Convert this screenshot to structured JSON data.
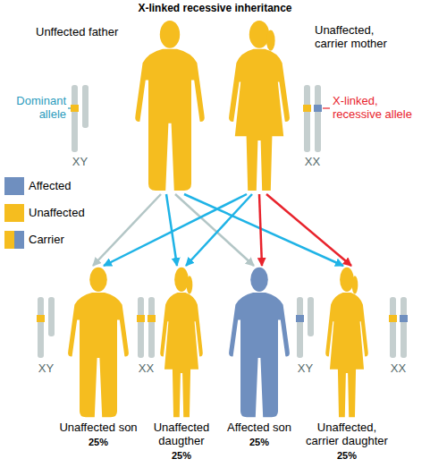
{
  "diagram": {
    "title": "X-linked recessive inheritance",
    "nodes": [
      {
        "text": [
          "Unffected father"
        ]
      },
      {
        "text": [
          "Unaffected, carrier mother"
        ]
      },
      {
        "text": [
          "Unaffected son",
          "25%"
        ]
      },
      {
        "text": [
          "Unaffected daugther",
          "25%"
        ]
      },
      {
        "text": [
          "Affected son",
          "25%"
        ]
      },
      {
        "text": [
          "Unaffected, carrier daughter",
          "25%"
        ]
      }
    ],
    "edges": [
      {
        "from": 0,
        "to": 2,
        "arrow": "to"
      },
      {
        "from": 0,
        "to": 3,
        "arrow": "to"
      },
      {
        "from": 0,
        "to": 4,
        "arrow": "to"
      },
      {
        "from": 0,
        "to": 5,
        "arrow": "to"
      },
      {
        "from": 1,
        "to": 2,
        "arrow": "to"
      },
      {
        "from": 1,
        "to": 3,
        "arrow": "to"
      },
      {
        "from": 1,
        "to": 4,
        "arrow": "to"
      },
      {
        "from": 1,
        "to": 5,
        "arrow": "to"
      }
    ],
    "labels": [
      "Dominant allele",
      "X-linked, recessive allele",
      "XY",
      "XX",
      "XY",
      "XX",
      "XY",
      "XX"
    ],
    "legend": [
      {
        "text": "Affected",
        "color": "#6f8fbf"
      },
      {
        "text": "Unaffected",
        "color": "#f5bd1f"
      },
      {
        "text": "Carrier"
      }
    ]
  }
}
